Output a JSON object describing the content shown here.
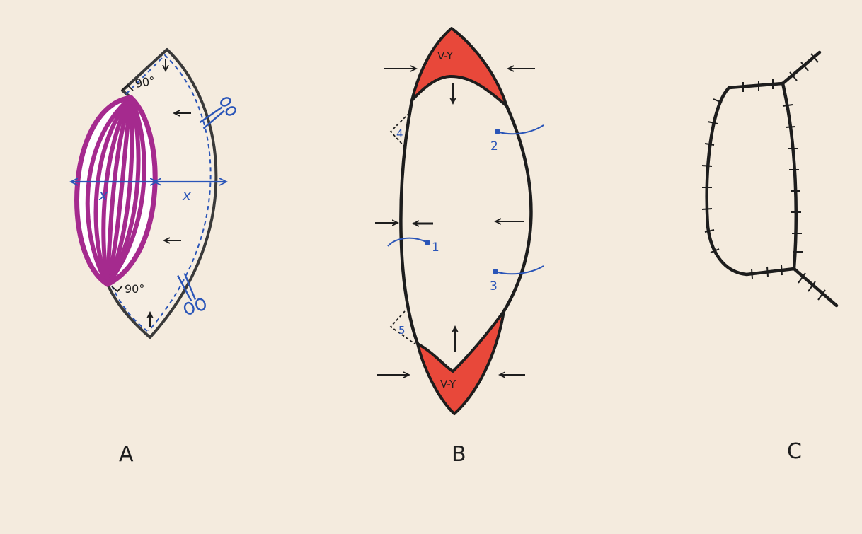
{
  "panels": [
    {
      "id": "A",
      "label": "A"
    },
    {
      "id": "B",
      "label": "B"
    },
    {
      "id": "C",
      "label": "C"
    }
  ],
  "panel_a": {
    "angle_top": "90°",
    "angle_bottom": "90°",
    "width_left": "x",
    "width_right": "x"
  },
  "panel_b": {
    "flap_top": "V-Y",
    "flap_bottom": "V-Y",
    "sutures": [
      "1",
      "2",
      "3"
    ],
    "dog_ears": [
      "4",
      "5"
    ]
  },
  "colors": {
    "background": "#f4ebde",
    "ink": "#1d1d1d",
    "excision": "#a52a8e",
    "guide": "#2a55b8",
    "flap": "#e8483a"
  }
}
